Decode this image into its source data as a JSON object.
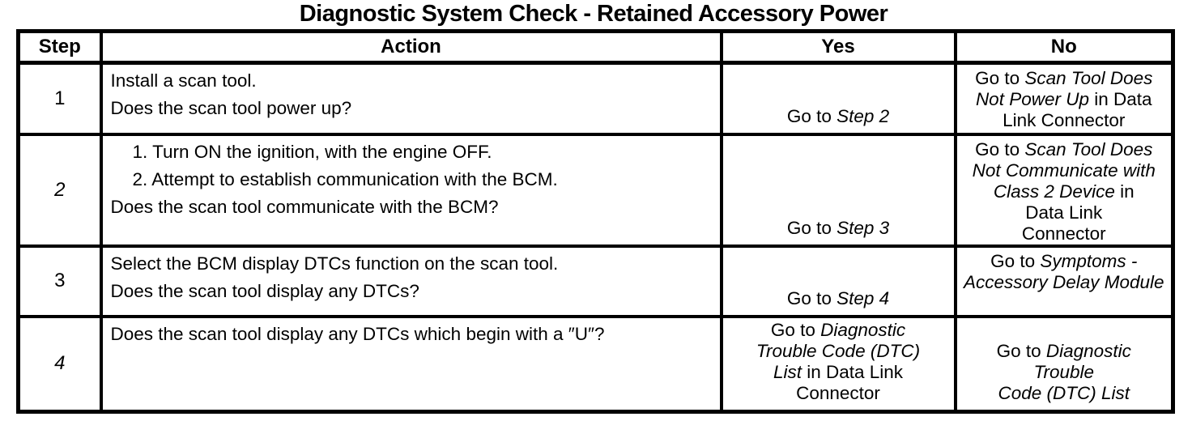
{
  "title": "Diagnostic System Check - Retained Accessory Power",
  "colors": {
    "ink": "#000000",
    "paper": "#ffffff"
  },
  "table": {
    "headers": [
      "Step",
      "Action",
      "Yes",
      "No"
    ],
    "rows": [
      {
        "step": "1",
        "step_italic": false,
        "action": [
          {
            "indent": false,
            "seg": [
              {
                "t": "Install a scan tool.",
                "i": false
              }
            ]
          },
          {
            "indent": false,
            "seg": [
              {
                "t": "Does the scan tool power up?",
                "i": false
              }
            ]
          }
        ],
        "yes": [
          {
            "indent": false,
            "seg": [
              {
                "t": "Go to ",
                "i": false
              },
              {
                "t": "Step 2",
                "i": true
              }
            ]
          }
        ],
        "no": [
          {
            "indent": false,
            "seg": [
              {
                "t": "Go to ",
                "i": false
              },
              {
                "t": "Scan Tool Does",
                "i": true
              }
            ]
          },
          {
            "indent": false,
            "seg": [
              {
                "t": "Not Power Up",
                "i": true
              },
              {
                "t": " in Data",
                "i": false
              }
            ]
          },
          {
            "indent": false,
            "seg": [
              {
                "t": "Link Connector",
                "i": false
              }
            ]
          }
        ]
      },
      {
        "step": "2",
        "step_italic": true,
        "action": [
          {
            "indent": true,
            "seg": [
              {
                "t": "1.  Turn ON the ignition, with the engine OFF.",
                "i": false
              }
            ]
          },
          {
            "indent": true,
            "seg": [
              {
                "t": "2.  Attempt to establish communication with the BCM.",
                "i": false
              }
            ]
          },
          {
            "indent": false,
            "seg": [
              {
                "t": "Does the scan tool communicate with the BCM?",
                "i": false
              }
            ]
          }
        ],
        "yes": [
          {
            "indent": false,
            "seg": [
              {
                "t": "Go to ",
                "i": false
              },
              {
                "t": "Step 3",
                "i": true
              }
            ]
          }
        ],
        "no": [
          {
            "indent": false,
            "seg": [
              {
                "t": "Go to ",
                "i": false
              },
              {
                "t": "Scan Tool Does",
                "i": true
              }
            ]
          },
          {
            "indent": false,
            "seg": [
              {
                "t": "Not Communicate with",
                "i": true
              }
            ]
          },
          {
            "indent": false,
            "seg": [
              {
                "t": "Class 2 Device",
                "i": true
              },
              {
                "t": " in",
                "i": false
              }
            ]
          },
          {
            "indent": false,
            "seg": [
              {
                "t": "Data Link",
                "i": false
              }
            ]
          },
          {
            "indent": false,
            "seg": [
              {
                "t": "Connector",
                "i": false
              }
            ]
          }
        ]
      },
      {
        "step": "3",
        "step_italic": false,
        "action": [
          {
            "indent": false,
            "seg": [
              {
                "t": "Select the BCM display DTCs function on the scan tool.",
                "i": false
              }
            ]
          },
          {
            "indent": false,
            "seg": [
              {
                "t": "Does the scan tool display any DTCs?",
                "i": false
              }
            ]
          }
        ],
        "yes": [
          {
            "indent": false,
            "seg": [
              {
                "t": "Go to ",
                "i": false
              },
              {
                "t": "Step 4",
                "i": true
              }
            ]
          }
        ],
        "no": [
          {
            "indent": false,
            "seg": [
              {
                "t": "Go to ",
                "i": false
              },
              {
                "t": "Symptoms -",
                "i": true
              }
            ]
          },
          {
            "indent": false,
            "seg": [
              {
                "t": "Accessory Delay Module",
                "i": true
              }
            ]
          }
        ]
      },
      {
        "step": "4",
        "step_italic": true,
        "action": [
          {
            "indent": false,
            "seg": [
              {
                "t": "Does the scan tool display any DTCs which begin with a ″U″?",
                "i": false
              }
            ]
          }
        ],
        "yes": [
          {
            "indent": false,
            "seg": [
              {
                "t": "Go to ",
                "i": false
              },
              {
                "t": "Diagnostic",
                "i": true
              }
            ]
          },
          {
            "indent": false,
            "seg": [
              {
                "t": "Trouble Code (DTC)",
                "i": true
              }
            ]
          },
          {
            "indent": false,
            "seg": [
              {
                "t": "List",
                "i": true
              },
              {
                "t": " in Data Link",
                "i": false
              }
            ]
          },
          {
            "indent": false,
            "seg": [
              {
                "t": "Connector",
                "i": false
              }
            ]
          }
        ],
        "no": [
          {
            "indent": false,
            "seg": [
              {
                "t": "Go to ",
                "i": false
              },
              {
                "t": "Diagnostic",
                "i": true
              }
            ]
          },
          {
            "indent": false,
            "seg": [
              {
                "t": "Trouble",
                "i": true
              }
            ]
          },
          {
            "indent": false,
            "seg": [
              {
                "t": "Code (DTC) List",
                "i": true
              }
            ]
          }
        ]
      }
    ]
  }
}
